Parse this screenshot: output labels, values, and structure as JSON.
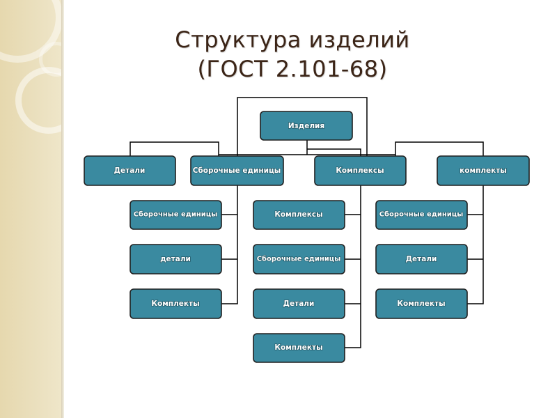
{
  "title": {
    "line1": "Структура изделий",
    "line2": "(ГОСТ 2.101-68)"
  },
  "diagram": {
    "root": "Изделия",
    "level1": [
      "Детали",
      "Сборочные единицы",
      "Комплексы",
      "комплекты"
    ],
    "assembly_children": [
      "Сборочные единицы",
      "детали",
      "Комплекты"
    ],
    "complex_children": [
      "Комплексы",
      "Сборочные единицы",
      "Детали",
      "Комплекты"
    ],
    "kit_children": [
      "Сборочные единицы",
      "Детали",
      "Комплекты"
    ]
  },
  "colors": {
    "box_fill": "#3a8aa0",
    "title_text": "#3b2416",
    "sidebar": "#e6d8ae"
  }
}
